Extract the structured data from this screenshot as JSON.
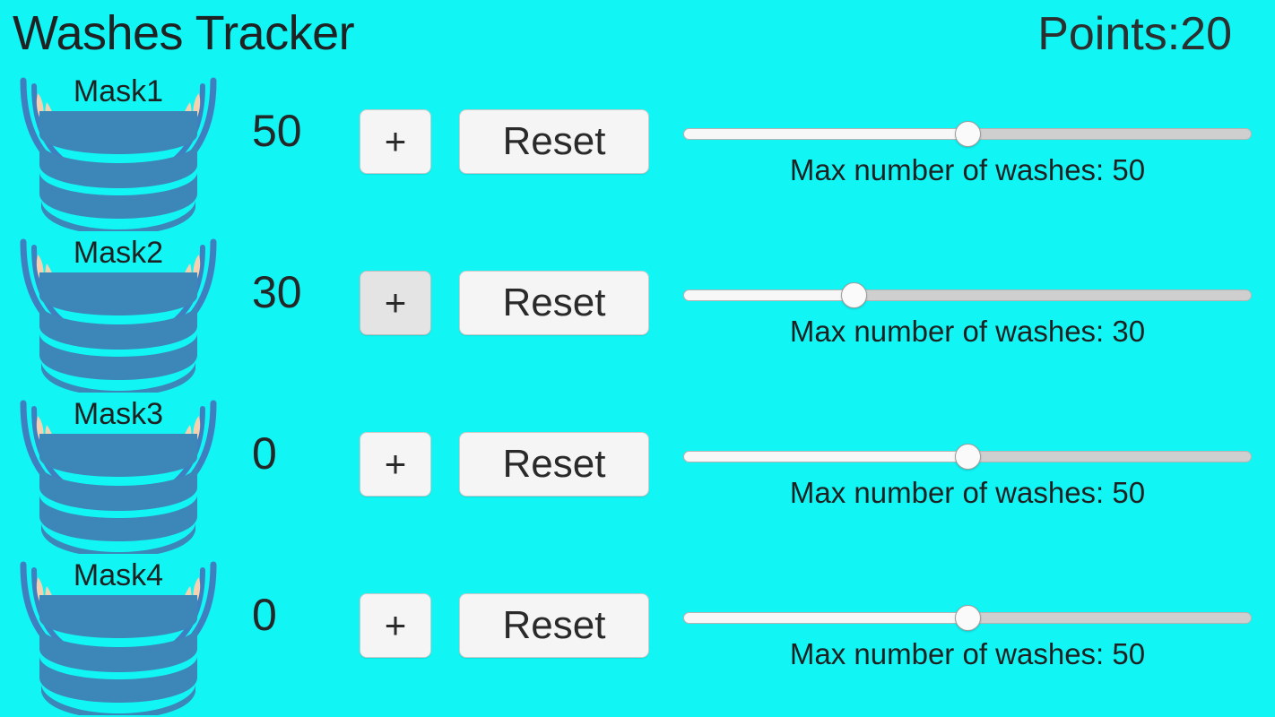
{
  "header": {
    "title": "Washes Tracker",
    "points_label": "Points:20",
    "points_value": 20
  },
  "theme": {
    "background": "#12f5f5",
    "text": "#1d2121",
    "mask_blue": "#3d87b8",
    "mask_loop": "#3f7fc0",
    "ear_peach": "#f7d0b0",
    "button_face": "#f5f5f5",
    "button_pressed": "#e4e4e4",
    "button_border": "#c9c9c9",
    "track_empty": "#cfcfcf",
    "track_filled": "#f7f7f7",
    "thumb": "#fafafa"
  },
  "slider_range": {
    "min": 0,
    "max": 100
  },
  "buttons": {
    "plus_label": "+",
    "reset_label": "Reset"
  },
  "rows": [
    {
      "mask_label": "Mask1",
      "count": "50",
      "plus_label": "+",
      "reset_label": "Reset",
      "slider_value": 50,
      "slider_caption": "Max number of washes: 50",
      "plus_pressed": false
    },
    {
      "mask_label": "Mask2",
      "count": "30",
      "plus_label": "+",
      "reset_label": "Reset",
      "slider_value": 30,
      "slider_caption": "Max number of washes: 30",
      "plus_pressed": true
    },
    {
      "mask_label": "Mask3",
      "count": "0",
      "plus_label": "+",
      "reset_label": "Reset",
      "slider_value": 50,
      "slider_caption": "Max number of washes: 50",
      "plus_pressed": false
    },
    {
      "mask_label": "Mask4",
      "count": "0",
      "plus_label": "+",
      "reset_label": "Reset",
      "slider_value": 50,
      "slider_caption": "Max number of washes: 50",
      "plus_pressed": false
    }
  ]
}
